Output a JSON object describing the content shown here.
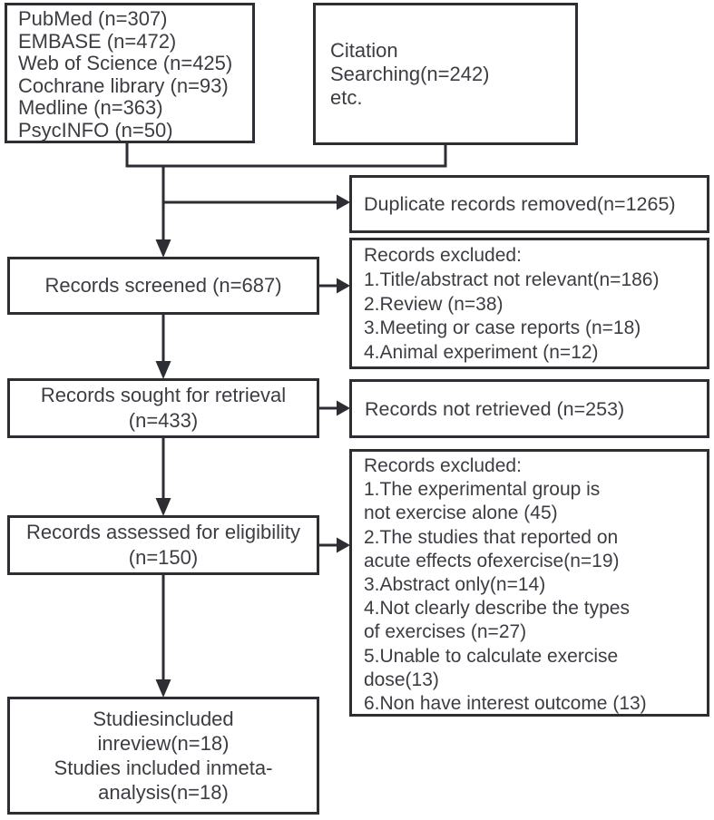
{
  "diagram": {
    "type": "prisma-flowchart",
    "colors": {
      "line": "#2c2e34",
      "border": "#2c2e34",
      "text": "#3b3d43",
      "background": "#ffffff"
    },
    "boxes": {
      "databases": {
        "lines": [
          "PubMed (n=307)",
          "EMBASE (n=472)",
          "Web of Science (n=425)",
          "Cochrane library (n=93)",
          "Medline (n=363)",
          "PsycINFO (n=50)"
        ]
      },
      "citation": {
        "lines": [
          "Citation",
          "Searching(n=242)",
          "etc."
        ]
      },
      "duplicates": {
        "lines": [
          "Duplicate records removed(n=1265)"
        ]
      },
      "screened": {
        "lines": [
          "Records screened (n=687)"
        ]
      },
      "excluded_screening": {
        "lines": [
          "Records excluded:",
          "1.Title/abstract not relevant(n=186)",
          "2.Review (n=38)",
          "3.Meeting or case reports (n=18)",
          "4.Animal experiment (n=12)"
        ]
      },
      "sought": {
        "lines": [
          "Records sought for retrieval",
          "(n=433)"
        ]
      },
      "not_retrieved": {
        "lines": [
          "Records not retrieved (n=253)"
        ]
      },
      "assessed": {
        "lines": [
          "Records assessed for eligibility",
          "(n=150)"
        ]
      },
      "excluded_eligibility": {
        "lines": [
          "Records excluded:",
          "1.The experimental group is",
          "not exercise alone (45)",
          "2.The studies that reported on",
          "acute effects ofexercise(n=19)",
          "3.Abstract only(n=14)",
          "4.Not clearly describe the types",
          "of exercises (n=27)",
          "5.Unable to calculate exercise",
          "dose(13)",
          "6.Non have interest outcome (13)"
        ]
      },
      "included": {
        "lines": [
          "Studiesincluded",
          "inreview(n=18)",
          "Studies included inmeta-",
          "analysis(n=18)"
        ]
      }
    }
  }
}
